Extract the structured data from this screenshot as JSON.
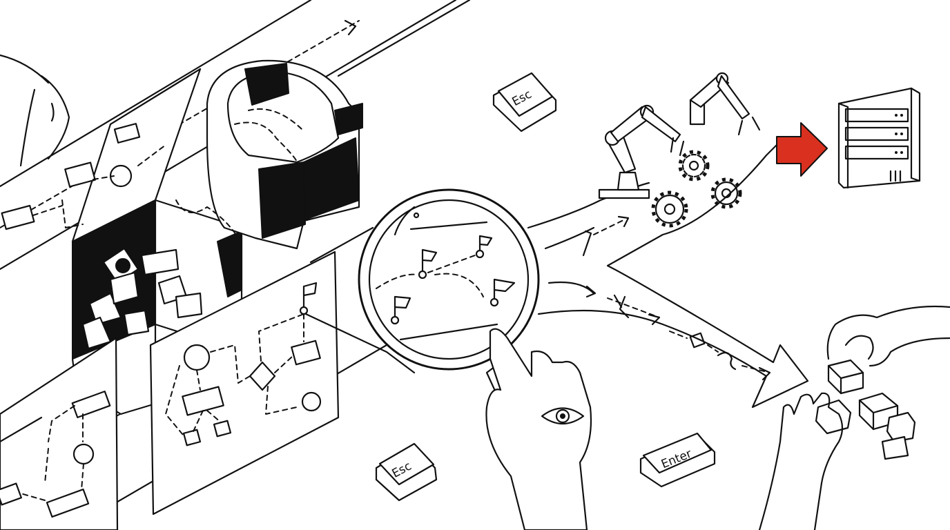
{
  "keys": {
    "esc_top": "Esc",
    "esc_bottom": "Esc",
    "enter": "Enter"
  },
  "colors": {
    "ink": "#111111",
    "accent_arrow": "#d9301f",
    "background": "#ffffff"
  },
  "icons": [
    "flowchart-board-icon",
    "magnifying-glass-icon",
    "robot-arm-icon",
    "gear-icon",
    "server-icon",
    "keyboard-key-icon",
    "hand-icon",
    "eye-icon",
    "cube-icon",
    "flag-icon",
    "arrow-right-icon"
  ]
}
